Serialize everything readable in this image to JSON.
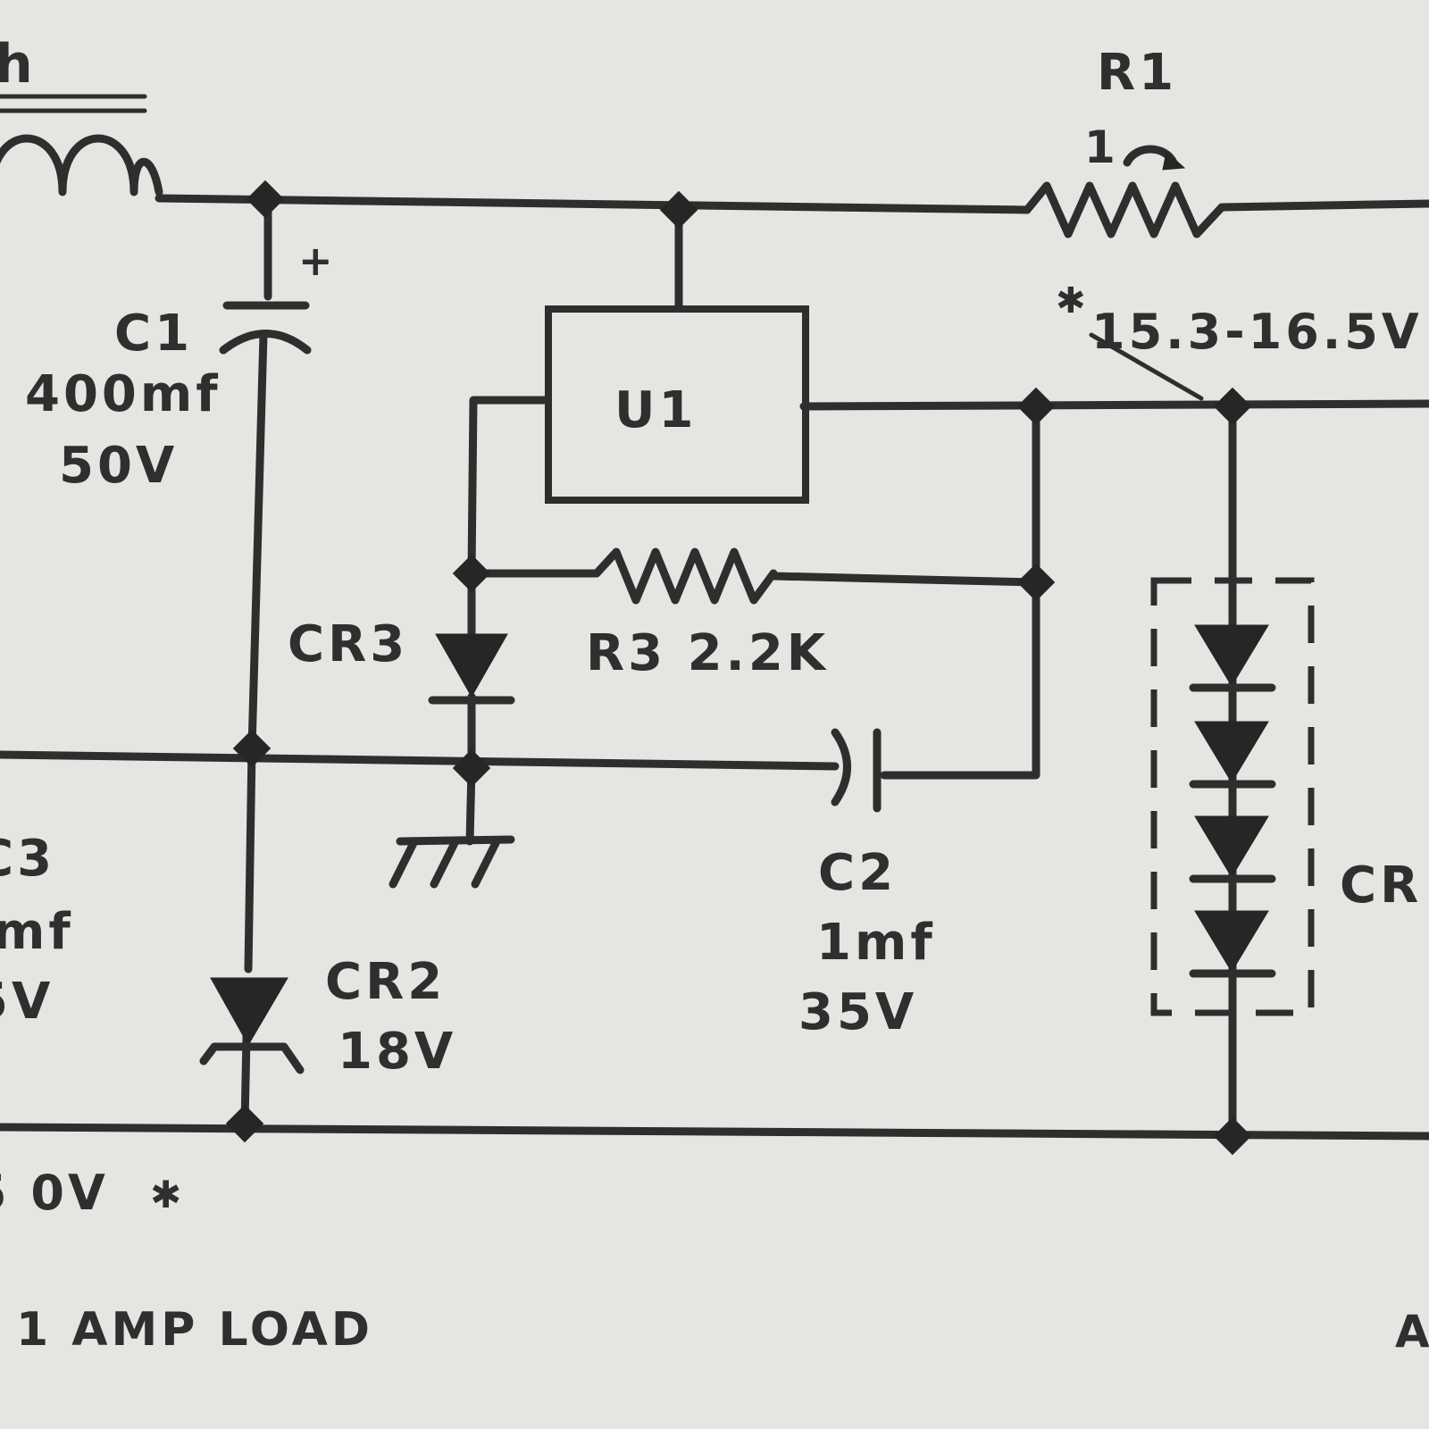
{
  "labels": {
    "inductor_partial": "h",
    "c1_name": "C1",
    "c1_value": "400mf",
    "c1_voltage": "50V",
    "c1_plus": "+",
    "u1_name": "U1",
    "r1_name": "R1",
    "r1_current": "1",
    "output_star": "✱",
    "output_voltage": "15.3-16.5V",
    "cr3_name": "CR3",
    "r3_label": "R3 2.2K",
    "c3_name_partial": "C3",
    "c3_value_partial": "mf",
    "c3_voltage_partial": "5V",
    "cr2_name": "CR2",
    "cr2_voltage": "18V",
    "c2_name": "C2",
    "c2_value": "1mf",
    "c2_voltage": "35V",
    "cr_string_partial": "CR",
    "bottom_voltage_partial": "5 0V",
    "bottom_star": "✱",
    "load_note": "1 AMP LOAD",
    "right_edge_partial": "A"
  },
  "colors": {
    "paper": "#e4e6e2",
    "ink": "#2e2e2e"
  }
}
